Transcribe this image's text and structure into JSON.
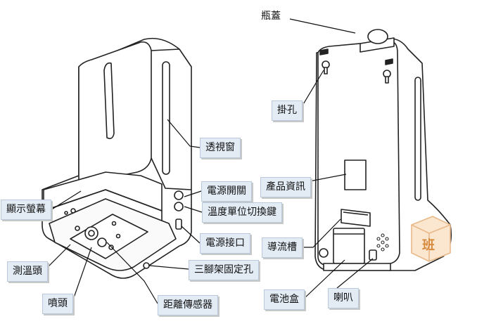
{
  "labels": {
    "bottle_cap": "瓶蓋",
    "hanging_hole": "掛孔",
    "viewing_window": "透視窗",
    "power_switch": "電源開關",
    "temp_unit_key": "溫度單位切換鍵",
    "power_port": "電源接口",
    "product_info": "產品資訊",
    "display_screen": "顯示螢幕",
    "drain_slot": "導流槽",
    "tripod_hole": "三腳架固定孔",
    "temp_sensor": "測溫頭",
    "nozzle": "噴頭",
    "distance_sensor": "距離傳感器",
    "battery_box": "電池盒",
    "speaker": "喇叭"
  },
  "watermark": "班"
}
